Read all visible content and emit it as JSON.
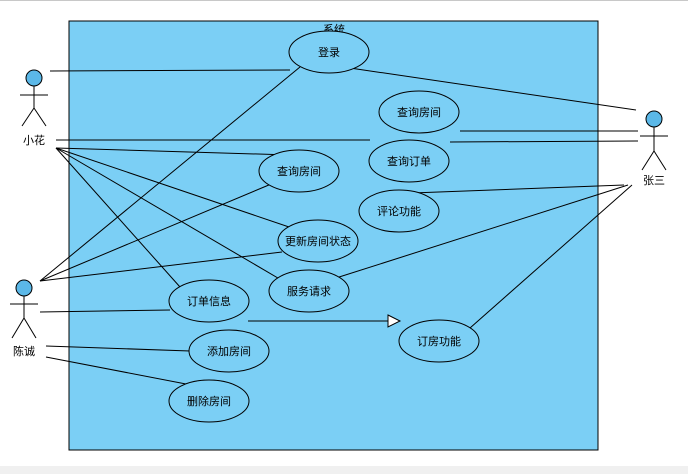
{
  "system": {
    "title": "系统"
  },
  "actors": {
    "xiaohua": {
      "name": "小花"
    },
    "zhangsan": {
      "name": "张三"
    },
    "chencheng": {
      "name": "陈诚"
    }
  },
  "use_cases": {
    "login": "登录",
    "query_room_1": "查询房间",
    "query_order": "查询订单",
    "query_room_2": "查询房间",
    "review": "评论功能",
    "update_room_status": "更新房间状态",
    "service_request": "服务请求",
    "order_info": "订单信息",
    "book_room": "订房功能",
    "add_room": "添加房间",
    "delete_room": "删除房间"
  },
  "colors": {
    "system_fill": "#7bcff5",
    "usecase_fill": "#7bcff5",
    "actor_head": "#5bb8e8",
    "line": "#000000"
  }
}
